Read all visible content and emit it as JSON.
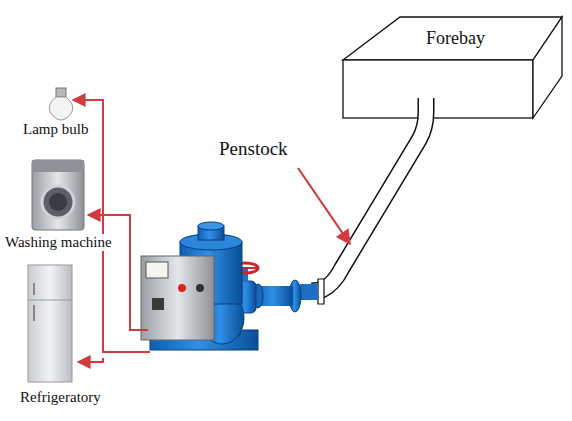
{
  "diagram": {
    "nodes": [
      {
        "text": [
          "Forebay"
        ]
      }
    ],
    "labels": [
      "Lamp bulb",
      "Penstock",
      "Washing machine",
      "Refrigeratory"
    ]
  }
}
